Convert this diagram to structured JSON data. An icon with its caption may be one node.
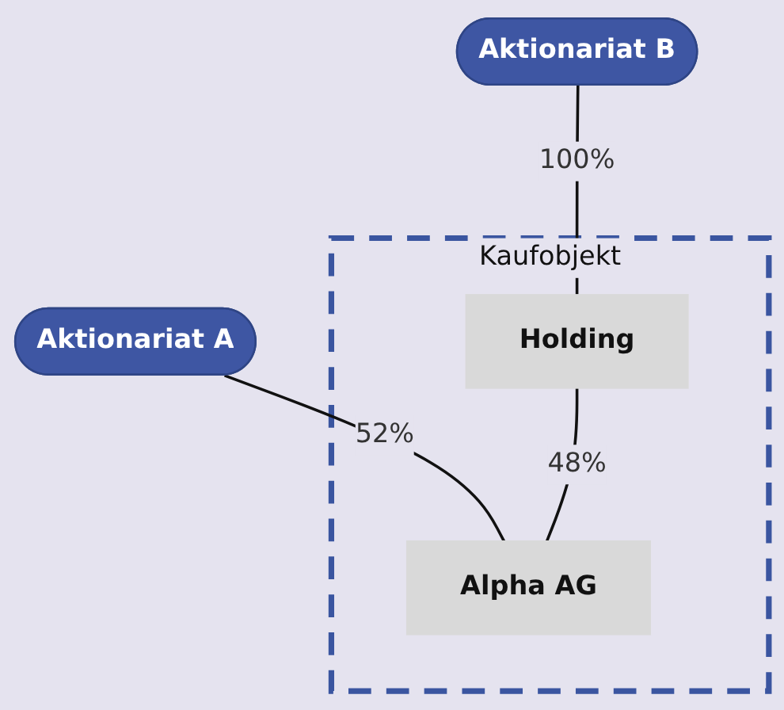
{
  "diagram": {
    "nodes": [
      {
        "text": [
          "Aktionariat A"
        ]
      },
      {
        "text": [
          "Aktionariat B"
        ]
      },
      {
        "text": [
          "Kaufobjekt"
        ]
      },
      {
        "text": [
          "Holding"
        ],
        "in": 2
      },
      {
        "text": [
          "Alpha AG"
        ],
        "in": 2
      }
    ],
    "edges": [
      {
        "from": 0,
        "to": 4,
        "arrow": "none",
        "label": "52%"
      },
      {
        "from": 1,
        "to": 3,
        "arrow": "none",
        "label": "100%"
      },
      {
        "from": 3,
        "to": 4,
        "arrow": "none",
        "label": "48%"
      }
    ]
  }
}
